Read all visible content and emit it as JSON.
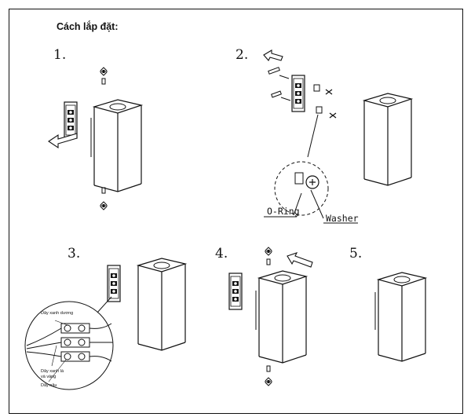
{
  "title": "Cách lắp đặt:",
  "steps": [
    "1.",
    "2.",
    "3.",
    "4.",
    "5."
  ],
  "labels": {
    "o_ring": "O-Ring",
    "washer": "Washer"
  },
  "wires": {
    "blue": "Dây xanh dương",
    "green_yellow_1": "Dây xanh lá",
    "green_yellow_2": "và vàng",
    "brown": "Dây nâu"
  }
}
